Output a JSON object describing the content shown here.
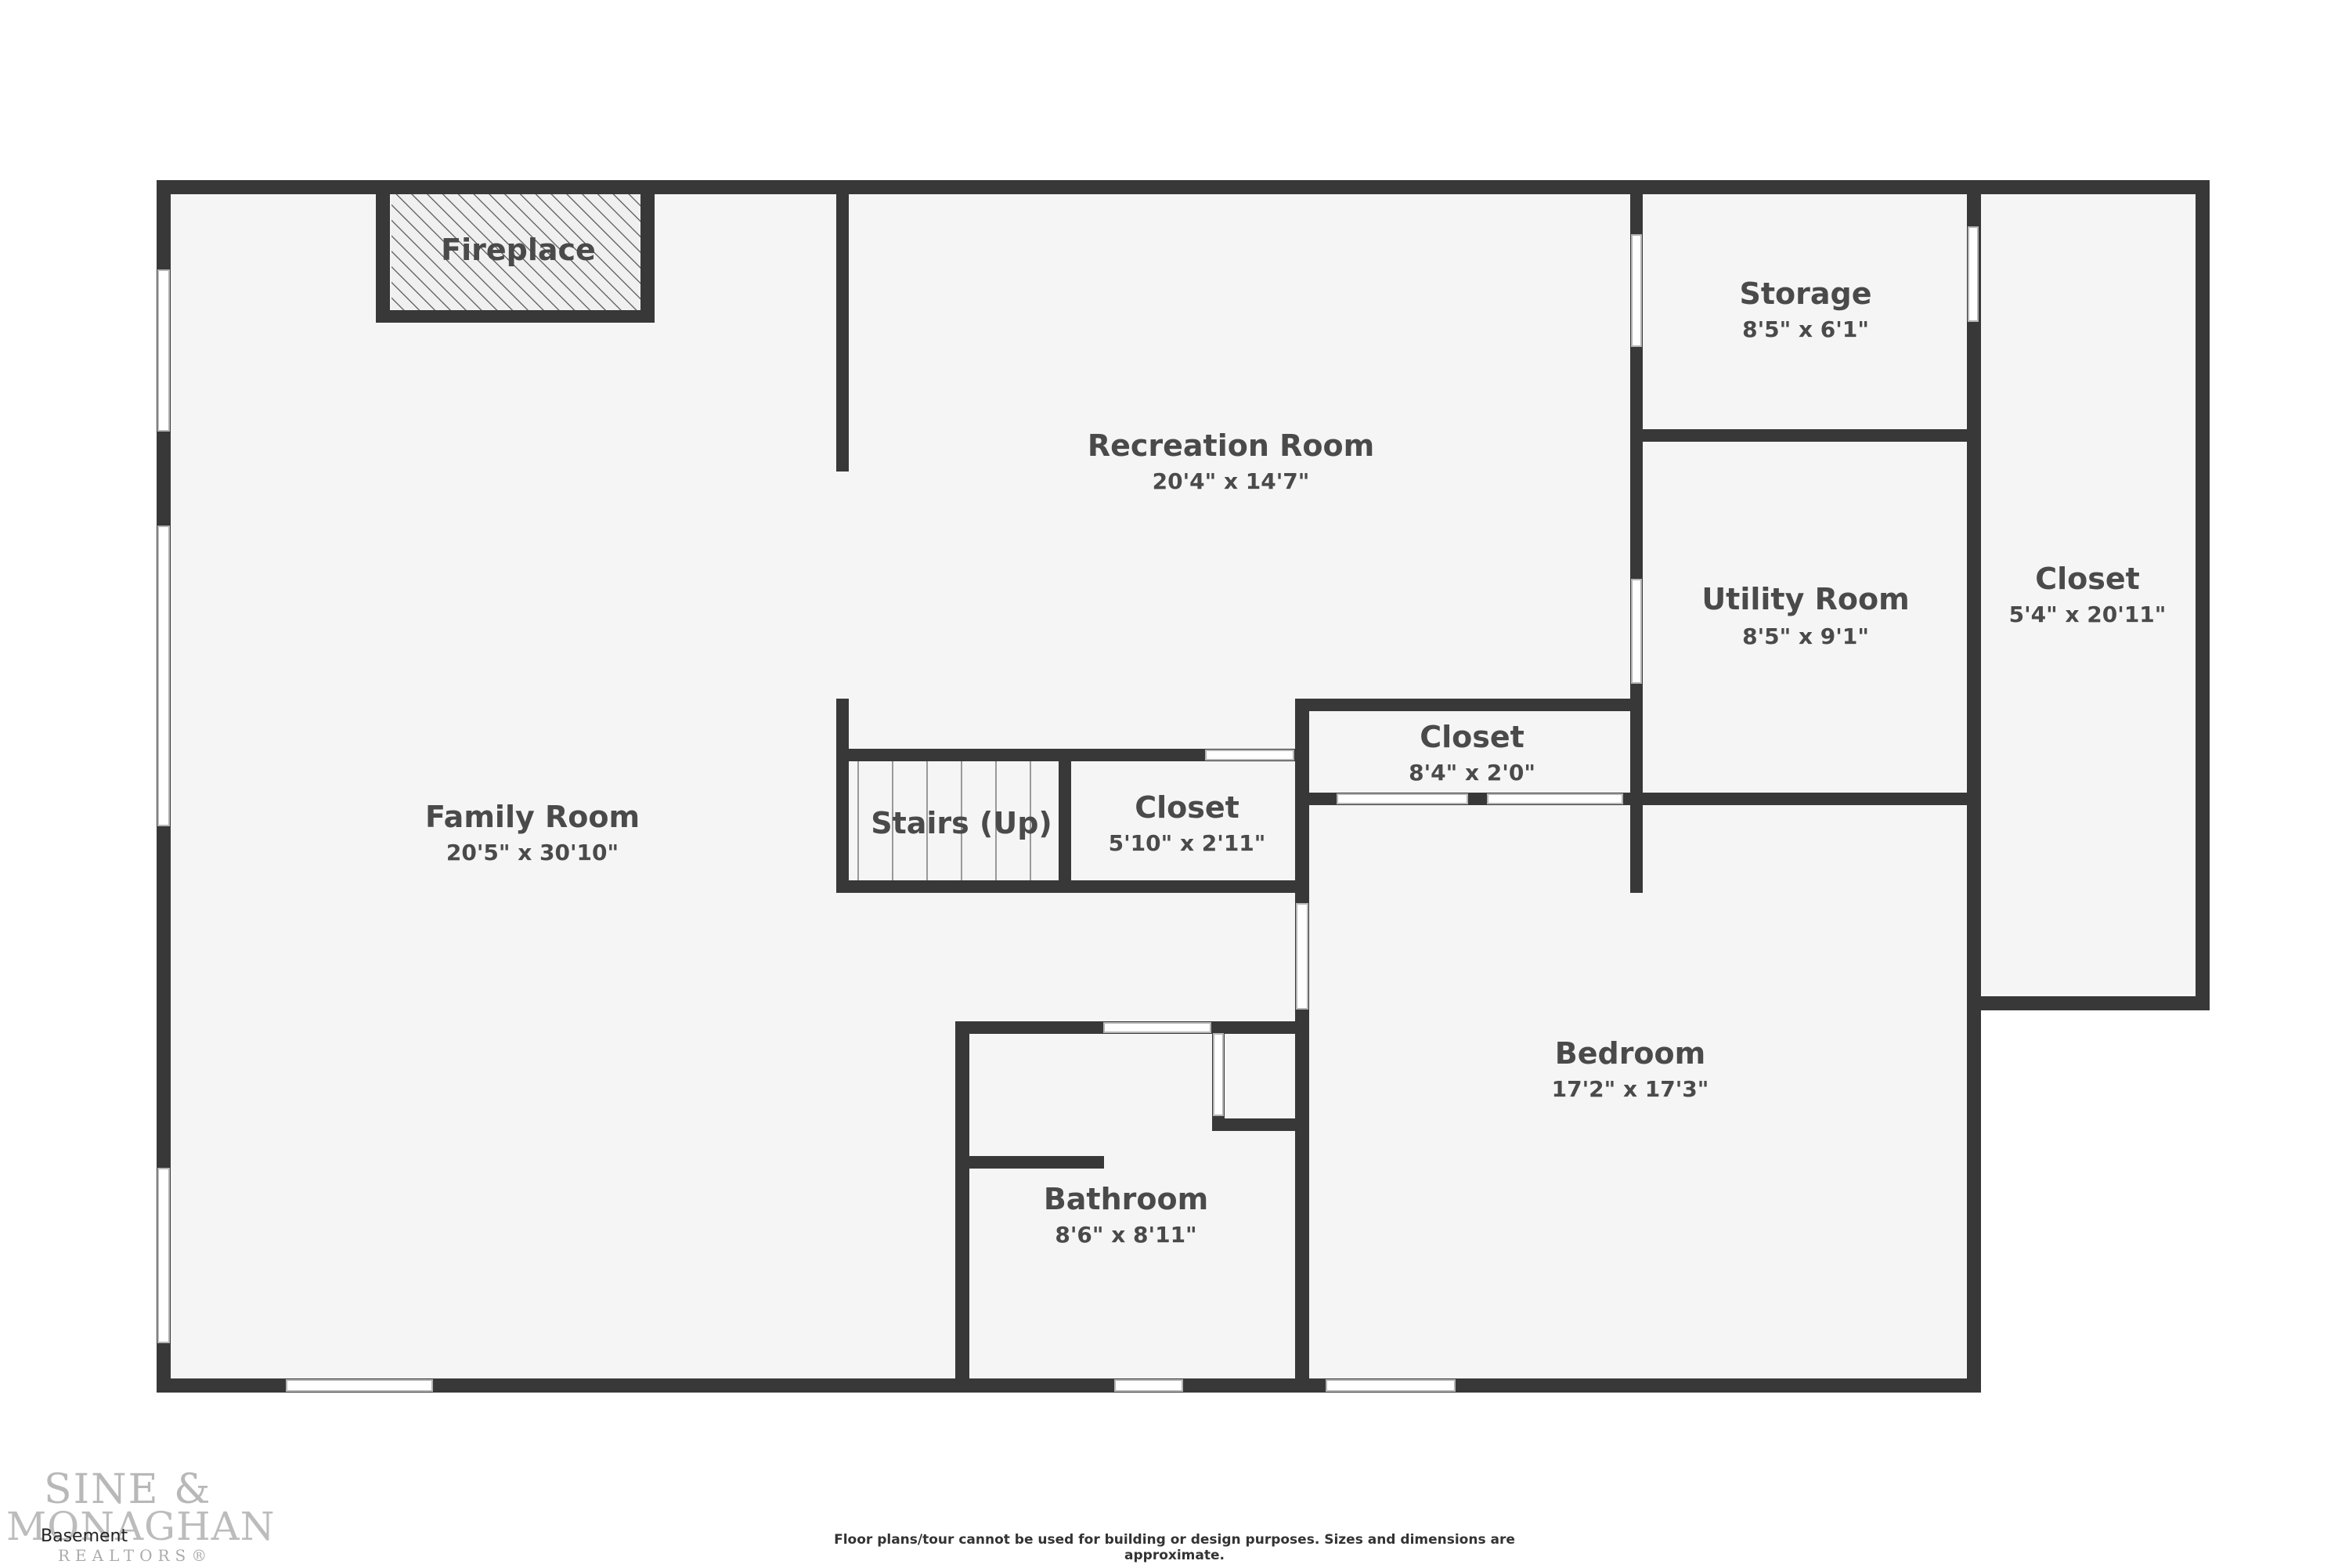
{
  "floor_label": "Basement",
  "disclaimer": "Floor plans/tour cannot be used for building or design purposes. Sizes and dimensions are approximate.",
  "logo": {
    "line1": "SINE &",
    "line2": "MONAGHAN",
    "line3": "REALTORS®"
  },
  "colors": {
    "wall": "#383838",
    "floor": "#f5f5f5",
    "text": "#4a4a4a"
  },
  "rooms": {
    "fireplace": {
      "name": "Fireplace"
    },
    "recreation_room": {
      "name": "Recreation Room",
      "dims": "20'4\" x 14'7\""
    },
    "storage": {
      "name": "Storage",
      "dims": "8'5\" x 6'1\""
    },
    "utility_room": {
      "name": "Utility Room",
      "dims": "8'5\" x 9'1\""
    },
    "closet_east": {
      "name": "Closet",
      "dims": "5'4\" x 20'11\""
    },
    "family_room": {
      "name": "Family Room",
      "dims": "20'5\" x 30'10\""
    },
    "stairs": {
      "name": "Stairs (Up)"
    },
    "closet_stairs": {
      "name": "Closet",
      "dims": "5'10\" x 2'11\""
    },
    "closet_bedroom": {
      "name": "Closet",
      "dims": "8'4\" x 2'0\""
    },
    "bedroom": {
      "name": "Bedroom",
      "dims": "17'2\" x 17'3\""
    },
    "bathroom": {
      "name": "Bathroom",
      "dims": "8'6\" x 8'11\""
    }
  }
}
